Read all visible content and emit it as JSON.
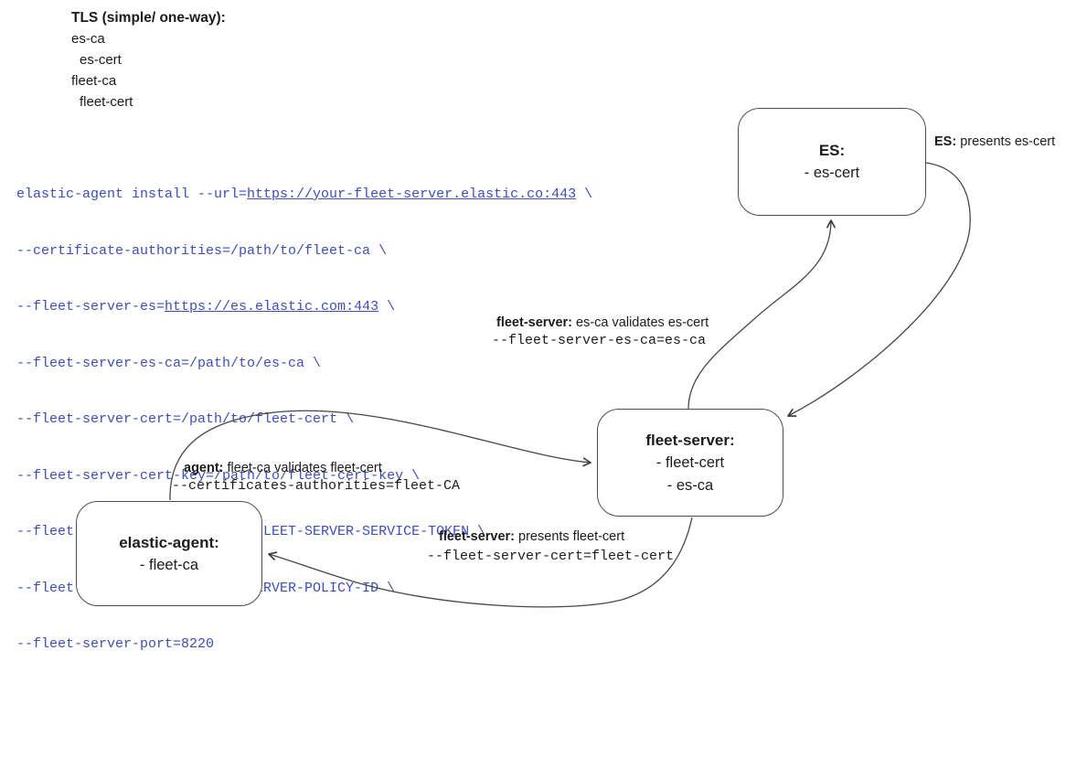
{
  "colors": {
    "accent": "#3d4eb8",
    "ink": "#1c1c1c",
    "stroke": "#474747"
  },
  "legend": {
    "title": "TLS (simple/ one-way):",
    "items": [
      "es-ca",
      "es-cert",
      "fleet-ca",
      "fleet-cert"
    ]
  },
  "command": {
    "lines": [
      {
        "t1": "elastic-agent install --url=",
        "url": "https://your-fleet-server.elastic.co:443",
        "t2": " \\"
      },
      {
        "t1": "--certificate-authorities=/path/to/fleet-ca \\"
      },
      {
        "t1": "--fleet-server-es=",
        "url": "https://es.elastic.com:443",
        "t2": " \\"
      },
      {
        "t1": "--fleet-server-es-ca=/path/to/es-ca \\"
      },
      {
        "t1": "--fleet-server-cert=/path/to/fleet-cert \\"
      },
      {
        "t1": "--fleet-server-cert-key=/path/to/fleet-cert-key \\"
      },
      {
        "t1": "--fleet-server-service-token=FLEET-SERVER-SERVICE-TOKEN \\"
      },
      {
        "t1": "--fleet-server-policy=FLEET-SERVER-POLICY-ID \\"
      },
      {
        "t1": "--fleet-server-port=8220"
      }
    ]
  },
  "nodes": {
    "es": {
      "title": "ES:",
      "line1": "- es-cert"
    },
    "fleet_server": {
      "title": "fleet-server:",
      "line1": "- fleet-cert",
      "line2": "- es-ca"
    },
    "agent": {
      "title": "elastic-agent:",
      "line1": "- fleet-ca"
    }
  },
  "labels": {
    "es_presents": {
      "bold": "ES:",
      "text": " presents es-cert"
    },
    "fs_validates": {
      "bold": "fleet-server:",
      "text": " es-ca validates es-cert",
      "code": "--fleet-server-es-ca=es-ca"
    },
    "agent_validates": {
      "bold": "agent:",
      "text": " fleet-ca validates fleet-cert",
      "code": "--certificates-authorities=fleet-CA"
    },
    "fs_presents": {
      "bold": "fleet-server:",
      "text": " presents fleet-cert",
      "code": "--fleet-server-cert=fleet-cert"
    }
  }
}
